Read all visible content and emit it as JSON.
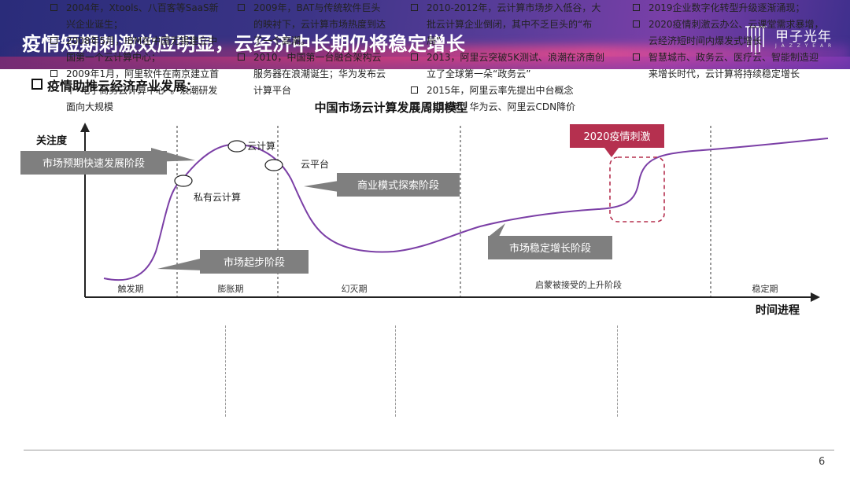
{
  "header": {
    "title": "疫情短期刺激效应明显，云经济中长期仍将稳定增长",
    "logo_text": "甲子光年",
    "logo_sub": "J A Z Z Y E A R"
  },
  "section": {
    "title": "疫情助推云经济产业发展："
  },
  "diagram": {
    "title": "中国市场云计算发展周期模型",
    "y_label": "关注度",
    "x_label": "时间进程",
    "phases": [
      "触发期",
      "膨胀期",
      "幻灭期",
      "启蒙被接受的上升阶段",
      "稳定期"
    ],
    "callouts": {
      "fast": "市场预期快速发展阶段",
      "start": "市场起步阶段",
      "explore": "商业模式探索阶段",
      "stable": "市场稳定增长阶段",
      "covid": "2020疫情刺激"
    },
    "points": {
      "private_cloud": "私有云计算",
      "cloud_computing": "云计算",
      "cloud_platform": "云平台"
    },
    "colors": {
      "curve": "#7b3fa6",
      "callout": "#7f7f7f",
      "covid": "#b5304f"
    }
  },
  "columns": [
    {
      "items": [
        "2004年，Xtools、八百客等SaaS新兴企业诞生；",
        "2008年5月，IBM在中国无锡建立中国第一个云计算中心；",
        "2009年1月，阿里软件在南京建立首个“电子商务云计算中心”。浪潮研发面向大规模"
      ]
    },
    {
      "items": [
        "2009年，BAT与传统软件巨头的映衬下，云计算市场热度到达了一个高潮。",
        "2010，中国第一台融合架构云服务器在浪潮诞生；华为发布云计算平台"
      ]
    },
    {
      "items": [
        "2010-2012年，云计算市场步入低谷，大批云计算企业倒闭，其中不乏巨头的“布局”",
        "2013，阿里云突破5K测试、浪潮在济南创立了全球第一朵“政务云”",
        "2015年，阿里云率先提出中台概念",
        "2016年，华为云、阿里云CDN降价"
      ]
    },
    {
      "items": [
        "2019企业数字化转型升级逐渐涌现；",
        "2020疫情刺激云办公、云课堂需求暴增，云经济短时间内爆发式增长",
        "智慧城市、政务云、医疗云、智能制造迎来增长时代，云计算将持续稳定增长"
      ]
    }
  ],
  "page": {
    "number": "6"
  }
}
